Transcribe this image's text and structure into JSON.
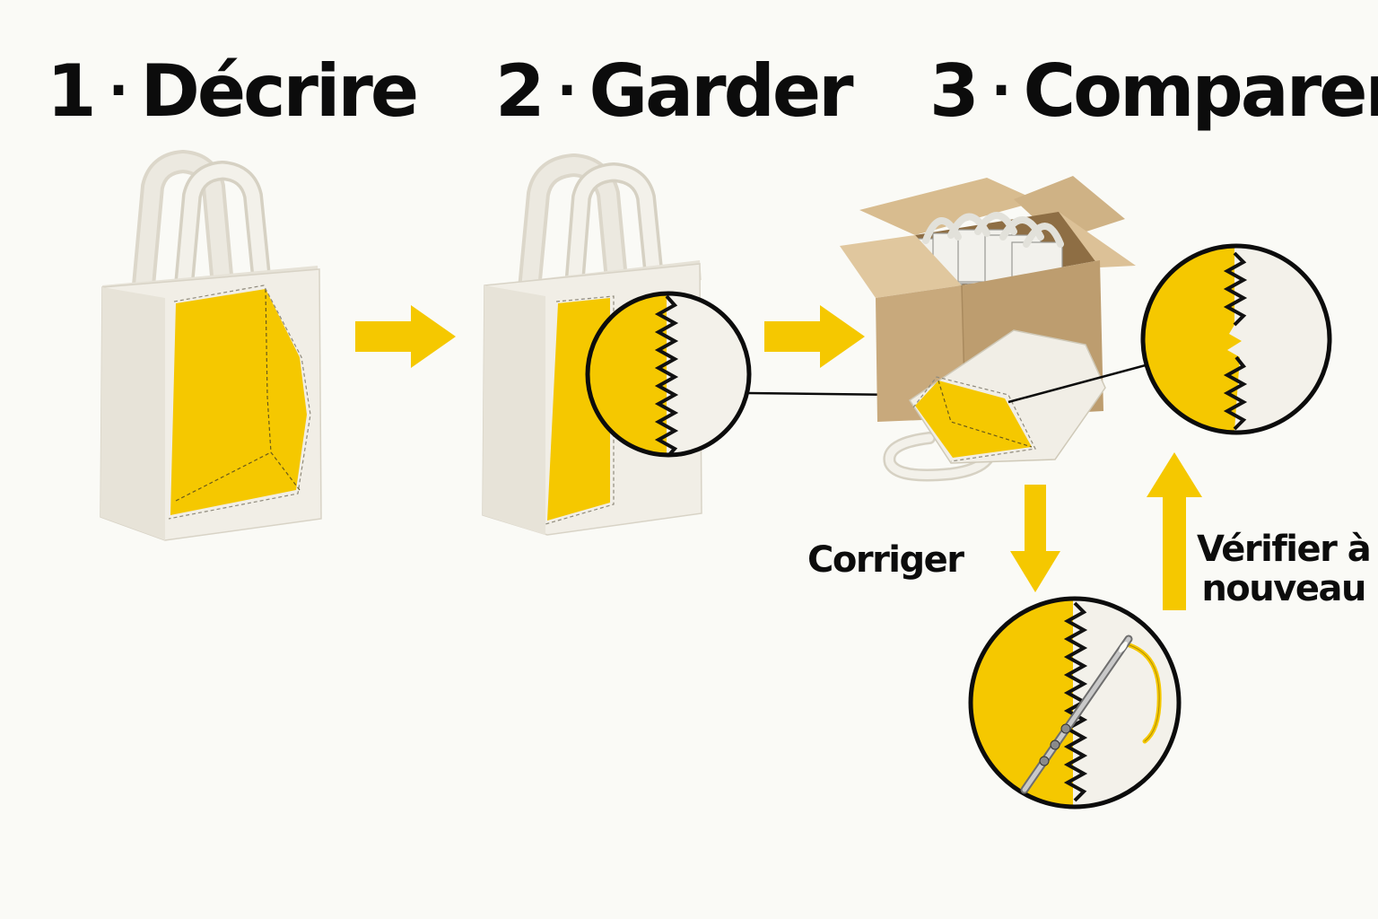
{
  "steps": [
    {
      "num": "1",
      "label": "Décrire"
    },
    {
      "num": "2",
      "label": "Garder"
    },
    {
      "num": "3",
      "label": "Comparer"
    }
  ],
  "separator": "·",
  "loop": {
    "fix_label": "Corriger",
    "recheck_line1": "Vérifier à",
    "recheck_line2": "nouveau"
  },
  "colors": {
    "accent": "#f5c800",
    "canvas": "#ece9e0",
    "cardboard": "#c8a97c",
    "ink": "#0c0c0c",
    "background": "#fafaf6"
  },
  "icons": [
    "tote-bag-icon",
    "arrow-right-icon",
    "magnifier-zigzag-seam-icon",
    "cardboard-box-icon",
    "needle-thread-icon",
    "arrow-down-icon",
    "arrow-up-icon"
  ]
}
